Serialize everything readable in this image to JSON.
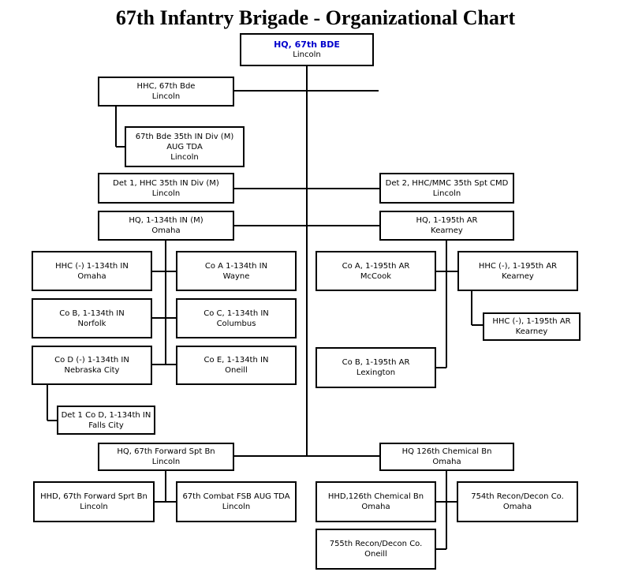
{
  "chart": {
    "title": "67th Infantry Brigade - Organizational Chart"
  },
  "units": {
    "hq": {
      "l1": "HQ, 67th BDE",
      "l2": "Lincoln"
    },
    "hhc67": {
      "l1": "HHC, 67th Bde",
      "l2": "Lincoln"
    },
    "bde35": {
      "l1": "67th Bde 35th  IN Div (M)",
      "l2": "AUG TDA",
      "l3": "Lincoln"
    },
    "det1": {
      "l1": "Det 1, HHC 35th IN Div (M)",
      "l2": "Lincoln"
    },
    "det2": {
      "l1": "Det 2, HHC/MMC 35th Spt CMD",
      "l2": "Lincoln"
    },
    "hq134": {
      "l1": "HQ, 1-134th IN (M)",
      "l2": "Omaha"
    },
    "hq195": {
      "l1": "HQ, 1-195th AR",
      "l2": "Kearney"
    },
    "hhc134": {
      "l1": "HHC (-) 1-134th IN",
      "l2": "Omaha"
    },
    "coa134": {
      "l1": "Co A 1-134th IN",
      "l2": "Wayne"
    },
    "cob134": {
      "l1": "Co B, 1-134th IN",
      "l2": "Norfolk"
    },
    "coc134": {
      "l1": "Co C, 1-134th IN",
      "l2": "Columbus"
    },
    "cod134": {
      "l1": "Co D (-) 1-134th IN",
      "l2": "Nebraska City"
    },
    "coe134": {
      "l1": "Co E, 1-134th IN",
      "l2": "Oneill"
    },
    "det1cod": {
      "l1": "Det 1 Co D, 1-134th IN",
      "l2": "Falls City"
    },
    "coa195": {
      "l1": "Co A, 1-195th AR",
      "l2": "McCook"
    },
    "hhc195": {
      "l1": "HHC (-), 1-195th AR",
      "l2": "Kearney"
    },
    "hhc195b": {
      "l1": "HHC (-), 1-195th AR",
      "l2": "Kearney"
    },
    "cob195": {
      "l1": "Co B, 1-195th AR",
      "l2": "Lexington"
    },
    "hqfsb": {
      "l1": "HQ, 67th Forward Spt Bn",
      "l2": "Lincoln"
    },
    "hq126": {
      "l1": "HQ 126th Chemical Bn",
      "l2": "Omaha"
    },
    "hhdfsb": {
      "l1": "HHD, 67th Forward Sprt Bn",
      "l2": "Lincoln"
    },
    "fsbaug": {
      "l1": "67th Combat FSB AUG TDA",
      "l2": "Lincoln"
    },
    "hhd126": {
      "l1": "HHD,126th Chemical Bn",
      "l2": "Omaha"
    },
    "recon754": {
      "l1": "754th Recon/Decon Co.",
      "l2": "Omaha"
    },
    "recon755": {
      "l1": "755th Recon/Decon Co.",
      "l2": "Oneill"
    }
  }
}
